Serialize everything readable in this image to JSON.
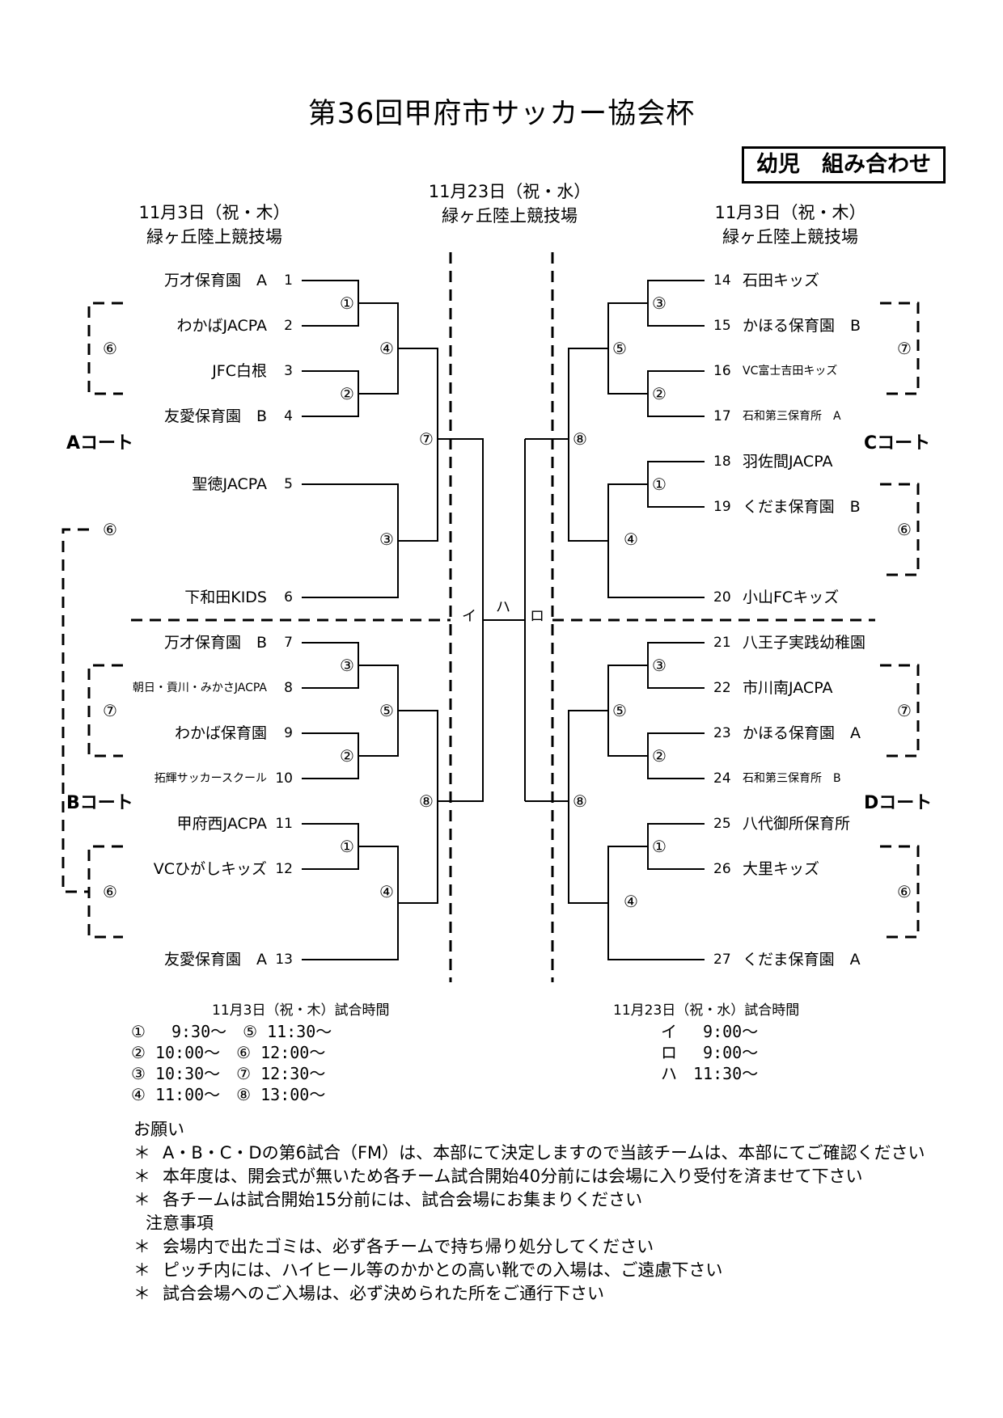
{
  "title": "第36回甲府市サッカー協会杯",
  "category_box": "幼児　組み合わせ",
  "venue_left": {
    "date": "11月3日（祝・木）",
    "place": "緑ヶ丘陸上競技場"
  },
  "venue_center": {
    "date": "11月23日（祝・水）",
    "place": "緑ヶ丘陸上競技場"
  },
  "venue_right": {
    "date": "11月3日（祝・木）",
    "place": "緑ヶ丘陸上競技場"
  },
  "courts": {
    "a": "Aコート",
    "b": "Bコート",
    "c": "Cコート",
    "d": "Dコート"
  },
  "teams_left": [
    {
      "name": "万才保育園　A",
      "no": "1"
    },
    {
      "name": "わかばJACPA",
      "no": "2"
    },
    {
      "name": "JFC白根",
      "no": "3"
    },
    {
      "name": "友愛保育園　B",
      "no": "4"
    },
    {
      "name": "聖徳JACPA",
      "no": "5"
    },
    {
      "name": "下和田KIDS",
      "no": "6"
    },
    {
      "name": "万才保育園　B",
      "no": "7"
    },
    {
      "name": "朝日・貢川・みかさJACPA",
      "no": "8"
    },
    {
      "name": "わかば保育園",
      "no": "9"
    },
    {
      "name": "拓輝サッカースクール",
      "no": "10"
    },
    {
      "name": "甲府西JACPA",
      "no": "11"
    },
    {
      "name": "VCひがしキッズ",
      "no": "12"
    },
    {
      "name": "友愛保育園　A",
      "no": "13"
    }
  ],
  "teams_right": [
    {
      "name": "石田キッズ",
      "no": "14"
    },
    {
      "name": "かほる保育園　B",
      "no": "15"
    },
    {
      "name": "VC富士吉田キッズ",
      "no": "16"
    },
    {
      "name": "石和第三保育所　A",
      "no": "17"
    },
    {
      "name": "羽佐間JACPA",
      "no": "18"
    },
    {
      "name": "くだま保育園　B",
      "no": "19"
    },
    {
      "name": "小山FCキッズ",
      "no": "20"
    },
    {
      "name": "八王子実践幼稚園",
      "no": "21"
    },
    {
      "name": "市川南JACPA",
      "no": "22"
    },
    {
      "name": "かほる保育園　A",
      "no": "23"
    },
    {
      "name": "石和第三保育所　B",
      "no": "24"
    },
    {
      "name": "八代御所保育所",
      "no": "25"
    },
    {
      "name": "大里キッズ",
      "no": "26"
    },
    {
      "name": "くだま保育園　A",
      "no": "27"
    }
  ],
  "match_marks": {
    "m1": "①",
    "m2": "②",
    "m3": "③",
    "m4": "④",
    "m5": "⑤",
    "m6": "⑥",
    "m7": "⑦",
    "m8": "⑧"
  },
  "final_marks": {
    "i": "イ",
    "ha": "ハ",
    "ro": "ロ"
  },
  "schedule_nov3": {
    "title": "11月3日（祝・木）試合時間",
    "rows": [
      "①　 9:30～　⑤ 11:30～",
      "② 10:00～　⑥ 12:00～",
      "③ 10:30～　⑦ 12:30～",
      "④ 11:00～　⑧ 13:00～"
    ]
  },
  "schedule_nov23": {
    "title": "11月23日（祝・水）試合時間",
    "rows": [
      "イ　 9:00～",
      "ロ　 9:00～",
      "ハ　11:30～"
    ]
  },
  "notes": {
    "heading1": "お願い",
    "req1": "A・B・C・Dの第6試合（FM）は、本部にて決定しますので当該チームは、本部にてご確認ください",
    "req2": "本年度は、開会式が無いため各チーム試合開始40分前には会場に入り受付を済ませて下さい",
    "req3": "各チームは試合開始15分前には、試合会場にお集まりください",
    "heading2": "注意事項",
    "caut1": "会場内で出たゴミは、必ず各チームで持ち帰り処分してください",
    "caut2": "ピッチ内には、ハイヒール等のかかとの高い靴での入場は、ご遠慮下さい",
    "caut3": "試合会場へのご入場は、必ず決められた所をご通行下さい",
    "star": "＊"
  }
}
